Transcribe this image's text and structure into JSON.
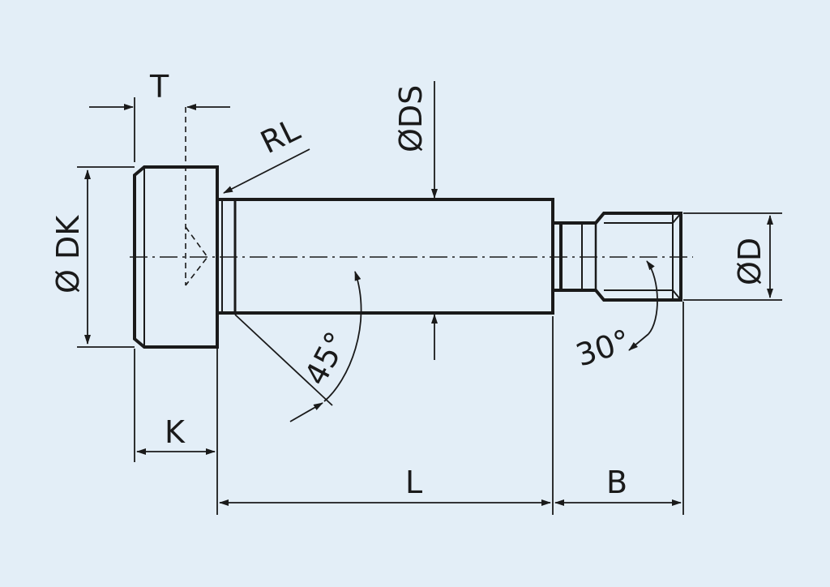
{
  "diagram": {
    "background": "#e3eef7",
    "ink": "#1a1a1a",
    "labels": {
      "T": "T",
      "RL": "RL",
      "DS": "ØDS",
      "DK": "Ø DK",
      "D": "ØD",
      "K": "K",
      "L": "L",
      "B": "B",
      "angle45": "45°",
      "angle30": "30°"
    }
  }
}
